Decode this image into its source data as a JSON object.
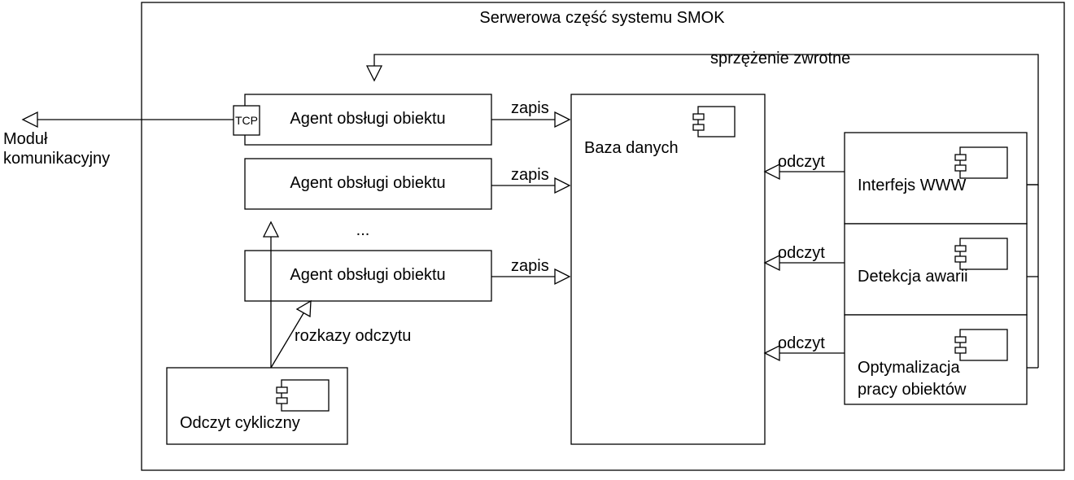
{
  "diagram": {
    "container_title": "Serwerowa część systemu SMOK",
    "feedback_label": "sprzężenie zwrotne",
    "external_module": {
      "line1": "Moduł",
      "line2": "komunikacyjny"
    },
    "tcp_port": "TCP",
    "agents": [
      {
        "label": "Agent obsługi obiektu",
        "edge": "zapis"
      },
      {
        "label": "Agent obsługi obiektu",
        "edge": "zapis"
      },
      {
        "label": "Agent obsługi obiektu",
        "edge": "zapis"
      }
    ],
    "ellipsis": "...",
    "database": "Baza danych",
    "cyclic_reader": "Odczyt cykliczny",
    "read_commands_label": "rozkazy odczytu",
    "clients": [
      {
        "line1": "Interfejs WWW",
        "line2": "",
        "edge": "odczyt"
      },
      {
        "line1": "Detekcja awarii",
        "line2": "",
        "edge": "odczyt"
      },
      {
        "line1": "Optymalizacja",
        "line2": "pracy obiektów",
        "edge": "odczyt"
      }
    ]
  }
}
